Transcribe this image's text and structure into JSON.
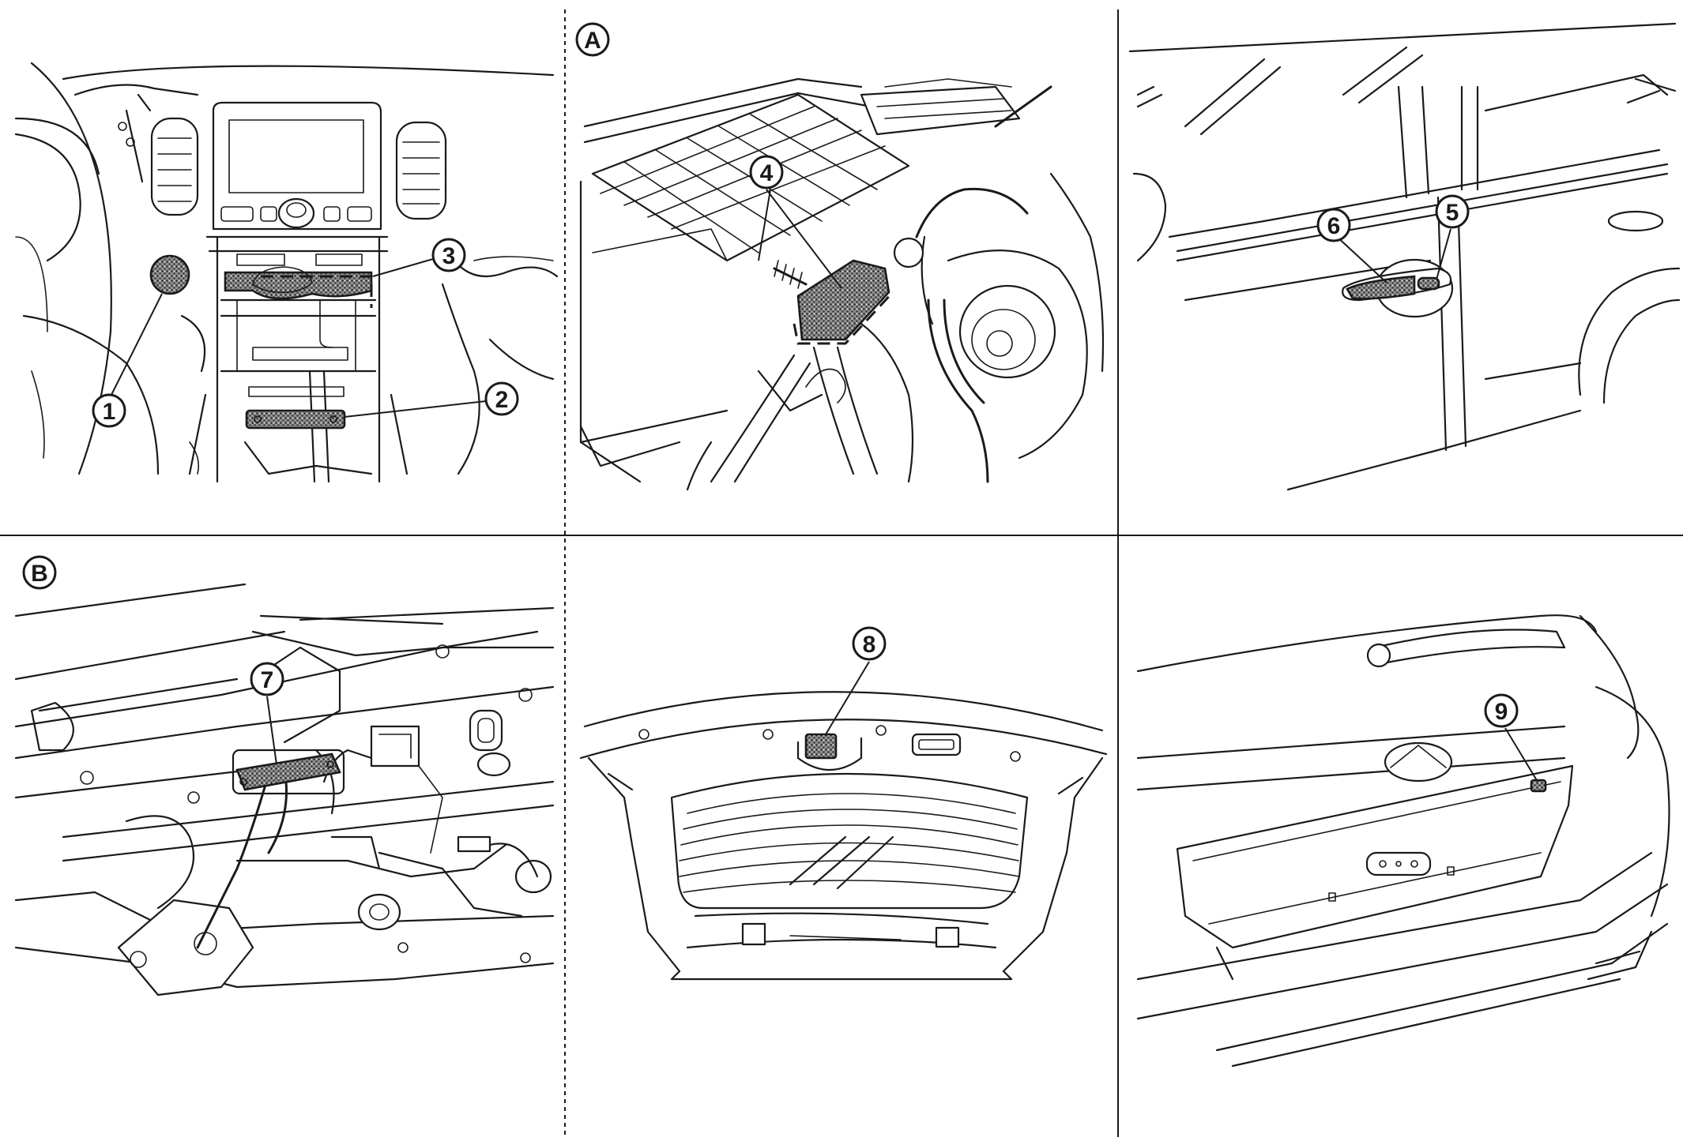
{
  "panel_labels": {
    "a": "A",
    "b": "B"
  },
  "callouts": [
    "1",
    "2",
    "3",
    "4",
    "5",
    "6",
    "7",
    "8",
    "9"
  ],
  "colors": {
    "line": "#1a1a1a",
    "background": "#ffffff",
    "highlight": "dotted-gray"
  }
}
